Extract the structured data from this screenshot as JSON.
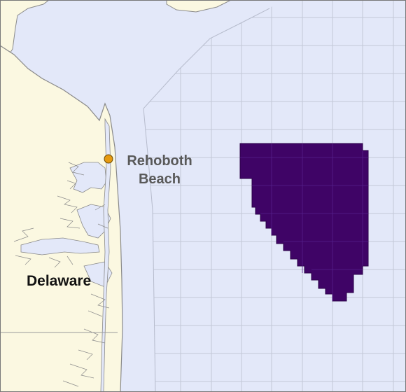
{
  "map": {
    "colors": {
      "water": "#e3e8f9",
      "land": "#fbf8e1",
      "coastline": "#8a8a8a",
      "grid": "#c3c8d8",
      "lease_area": "#3f0466",
      "city_marker": "#e69a10"
    },
    "labels": {
      "city_line1": "Rehoboth",
      "city_line2": "Beach",
      "state": "Delaware"
    },
    "features": {
      "city_marker": "city-point-marker",
      "lease_area": "wind-energy-lease-area"
    }
  }
}
